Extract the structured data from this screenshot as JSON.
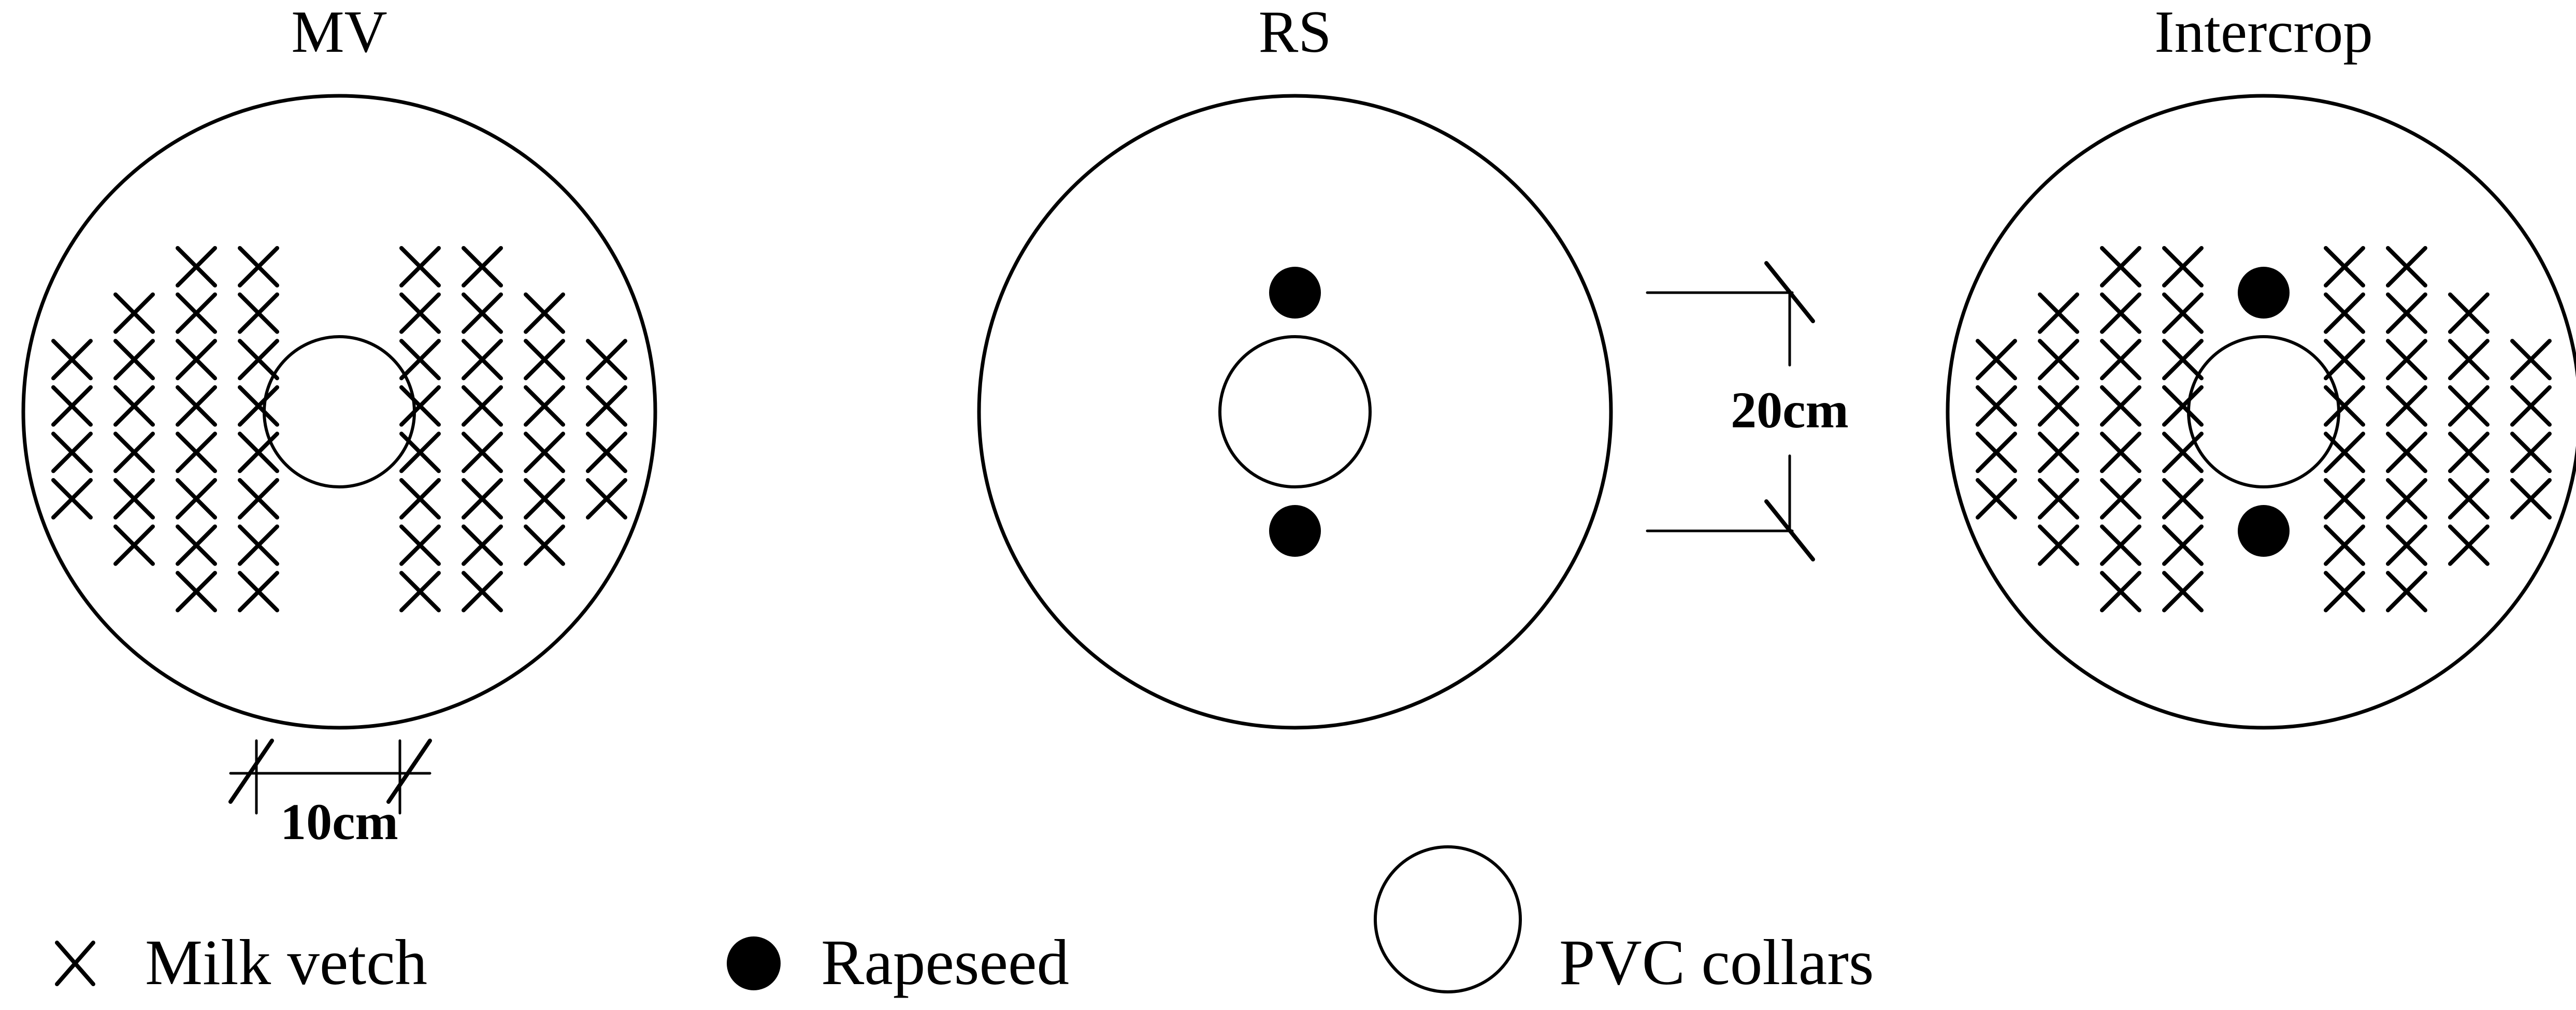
{
  "panels": [
    {
      "id": "mv",
      "title": "MV",
      "milk_vetch": true,
      "rapeseed": false
    },
    {
      "id": "rs",
      "title": "RS",
      "milk_vetch": false,
      "rapeseed": true
    },
    {
      "id": "intercrop",
      "title": "Intercrop",
      "milk_vetch": true,
      "rapeseed": true
    }
  ],
  "dimensions": {
    "row_spacing": "10cm",
    "rapeseed_spacing": "20cm"
  },
  "legend": {
    "milk_vetch": {
      "label": "Milk vetch",
      "icon": "cross-icon"
    },
    "rapeseed": {
      "label": "Rapeseed",
      "icon": "filled-dot-icon"
    },
    "pvc_collars": {
      "label": "PVC collars",
      "icon": "open-circle-icon"
    }
  },
  "colors": {
    "ink": "#000000",
    "background": "#ffffff"
  }
}
